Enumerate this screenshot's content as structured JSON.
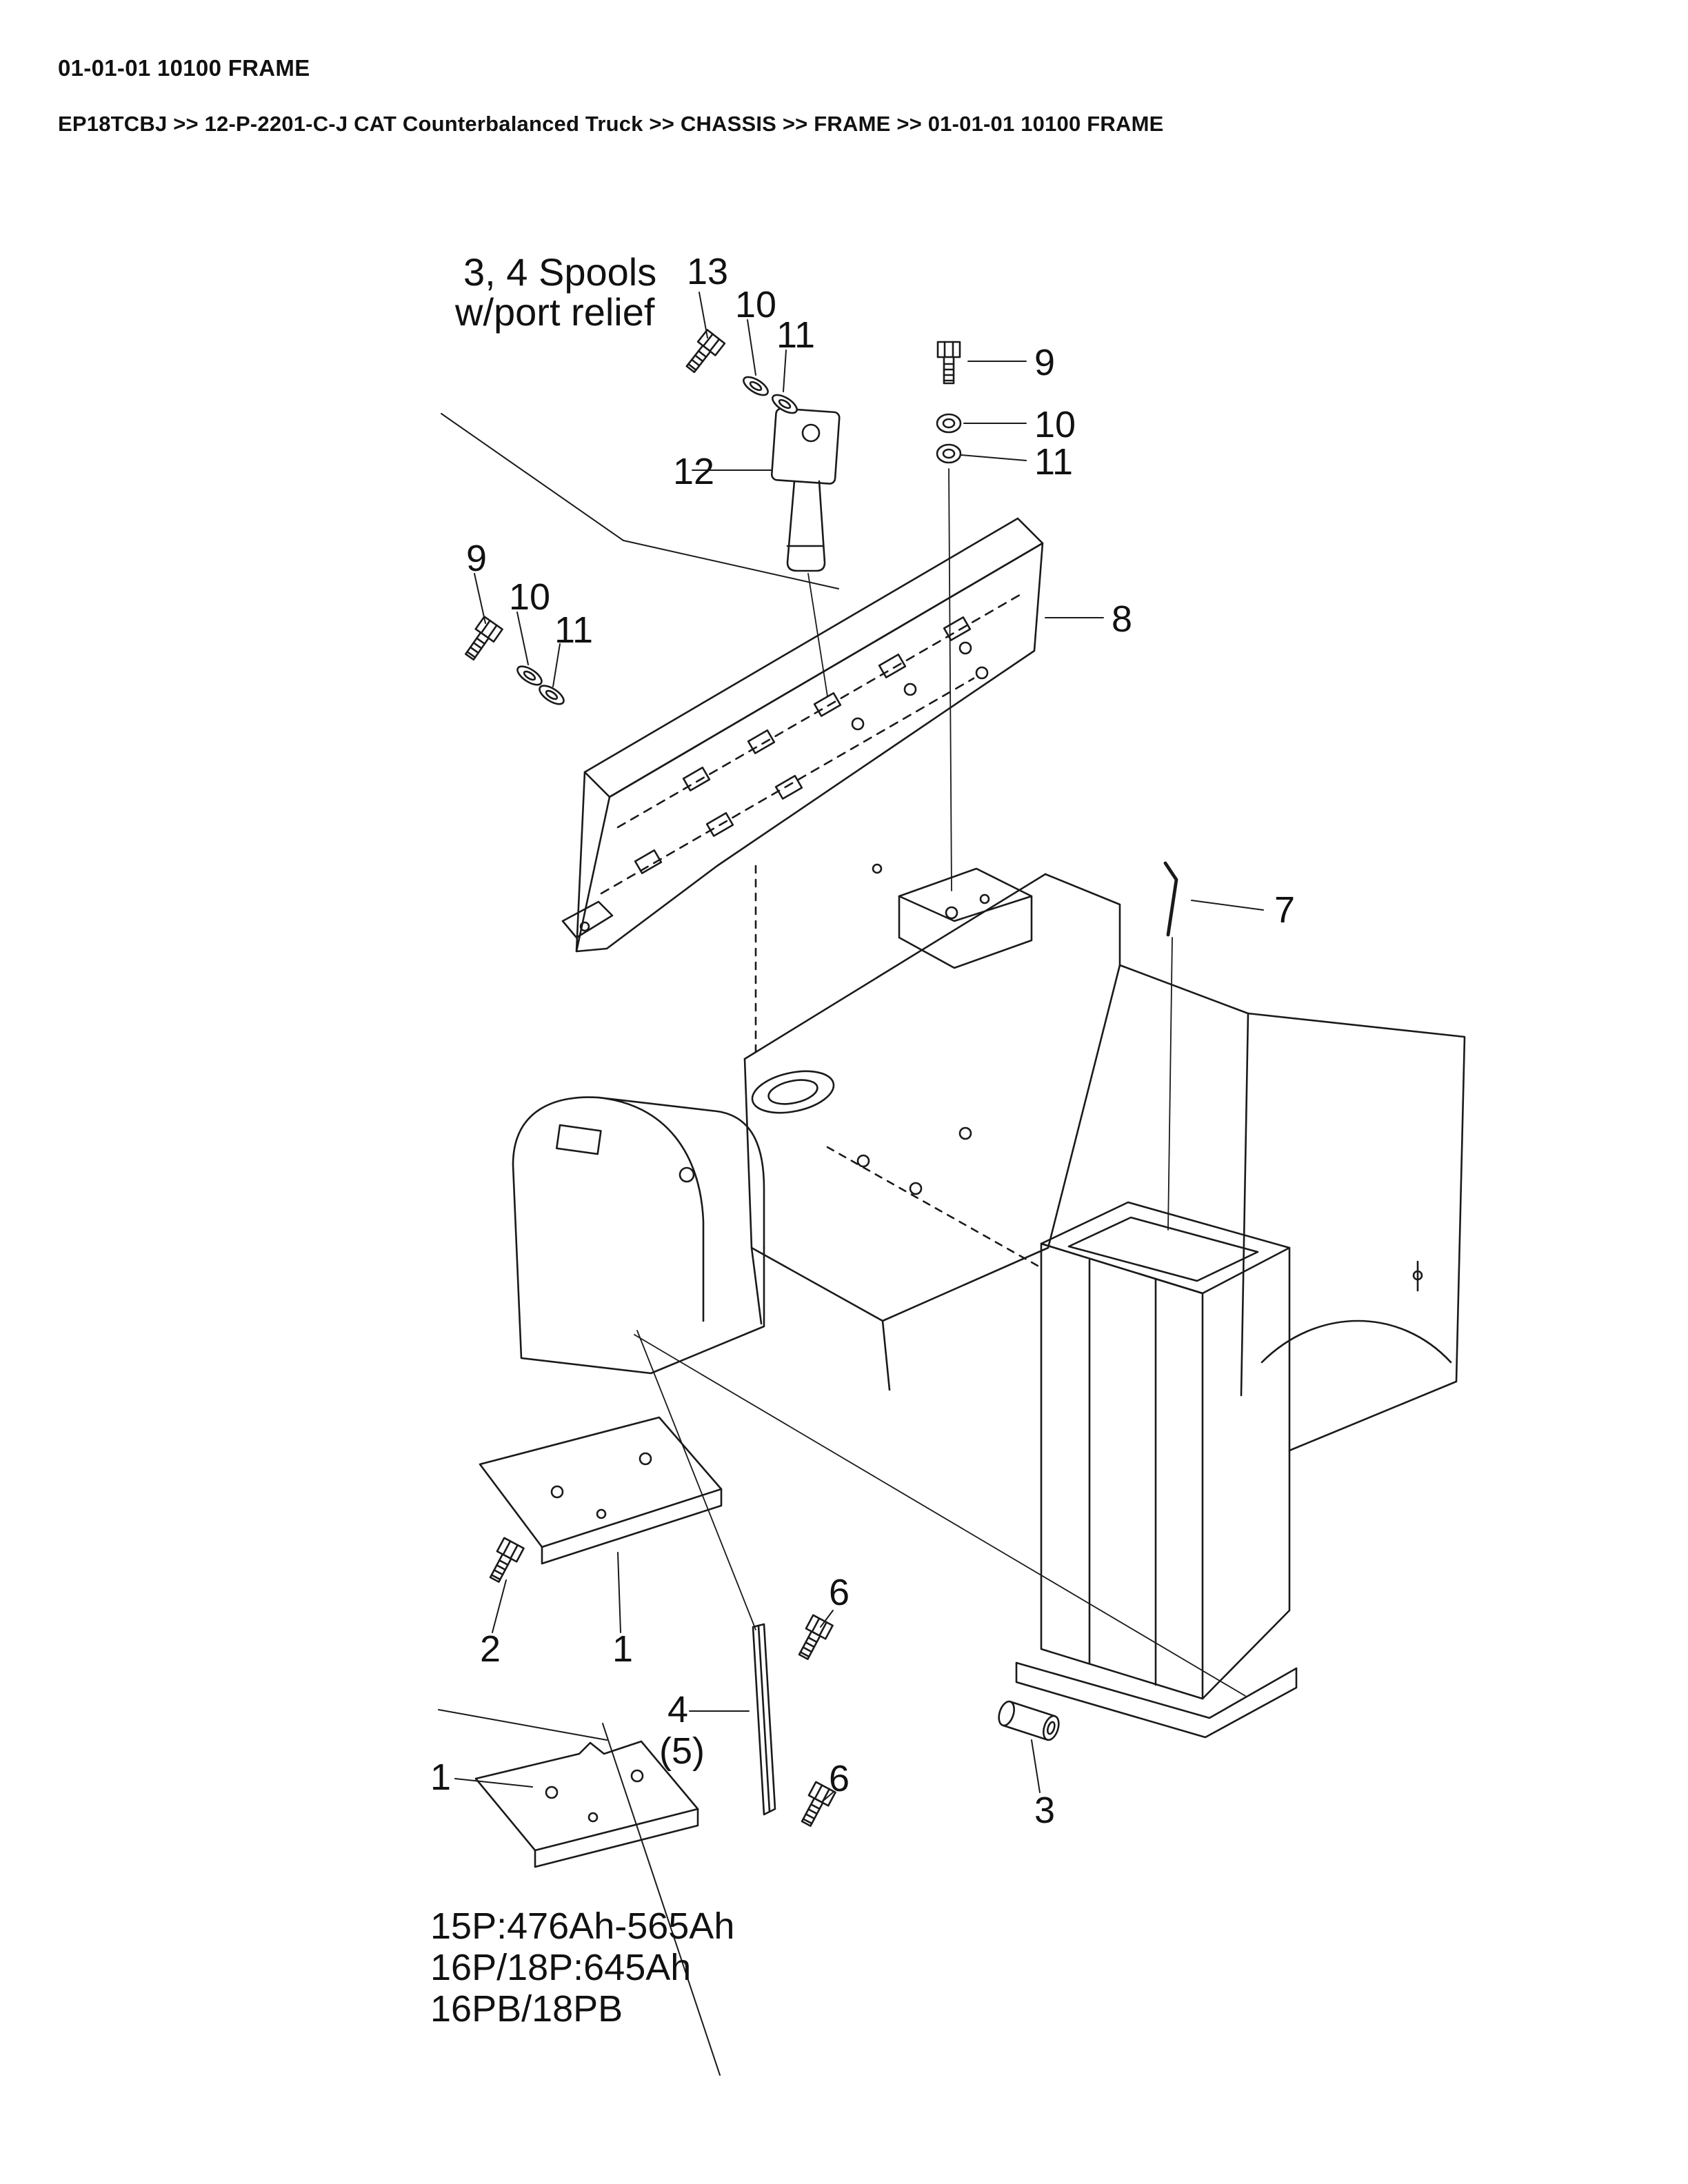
{
  "page": {
    "title": "01-01-01 10100 FRAME",
    "breadcrumb": "EP18TCBJ >> 12-P-2201-C-J CAT Counterbalanced Truck >> CHASSIS >> FRAME >> 01-01-01 10100 FRAME"
  },
  "annotations": {
    "spools_line1": "3, 4 Spools",
    "spools_line2": "w/port relief",
    "battery_line1": "15P:476Ah-565Ah",
    "battery_line2": "16P/18P:645Ah",
    "battery_line3": "16PB/18PB"
  },
  "callouts": {
    "c1_upper": "1",
    "c1_lower": "1",
    "c2": "2",
    "c3": "3",
    "c4": "4",
    "c5_qty": "(5)",
    "c6_upper": "6",
    "c6_lower": "6",
    "c7": "7",
    "c8": "8",
    "c9_left": "9",
    "c9_right": "9",
    "c10_top": "10",
    "c10_left": "10",
    "c10_right": "10",
    "c11_top": "11",
    "c11_left": "11",
    "c11_right": "11",
    "c12": "12",
    "c13": "13"
  }
}
